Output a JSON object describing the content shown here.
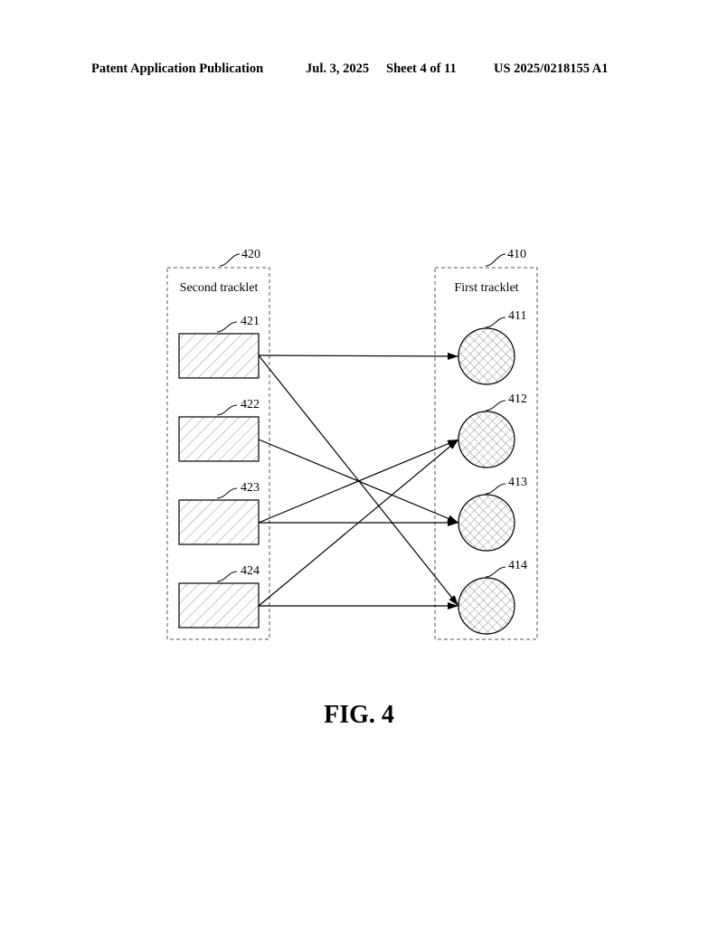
{
  "header": {
    "publication": "Patent Application Publication",
    "date": "Jul. 3, 2025",
    "sheet": "Sheet 4 of 11",
    "number": "US 2025/0218155 A1"
  },
  "diagram": {
    "second_group": {
      "ref": "420",
      "title": "Second tracklet",
      "items": [
        "421",
        "422",
        "423",
        "424"
      ]
    },
    "first_group": {
      "ref": "410",
      "title": "First tracklet",
      "items": [
        "411",
        "412",
        "413",
        "414"
      ]
    },
    "links": [
      {
        "from": "421",
        "to": "411"
      },
      {
        "from": "421",
        "to": "414"
      },
      {
        "from": "422",
        "to": "413"
      },
      {
        "from": "423",
        "to": "412"
      },
      {
        "from": "423",
        "to": "413"
      },
      {
        "from": "424",
        "to": "412"
      },
      {
        "from": "424",
        "to": "414"
      }
    ]
  },
  "figure": {
    "caption": "FIG. 4"
  }
}
